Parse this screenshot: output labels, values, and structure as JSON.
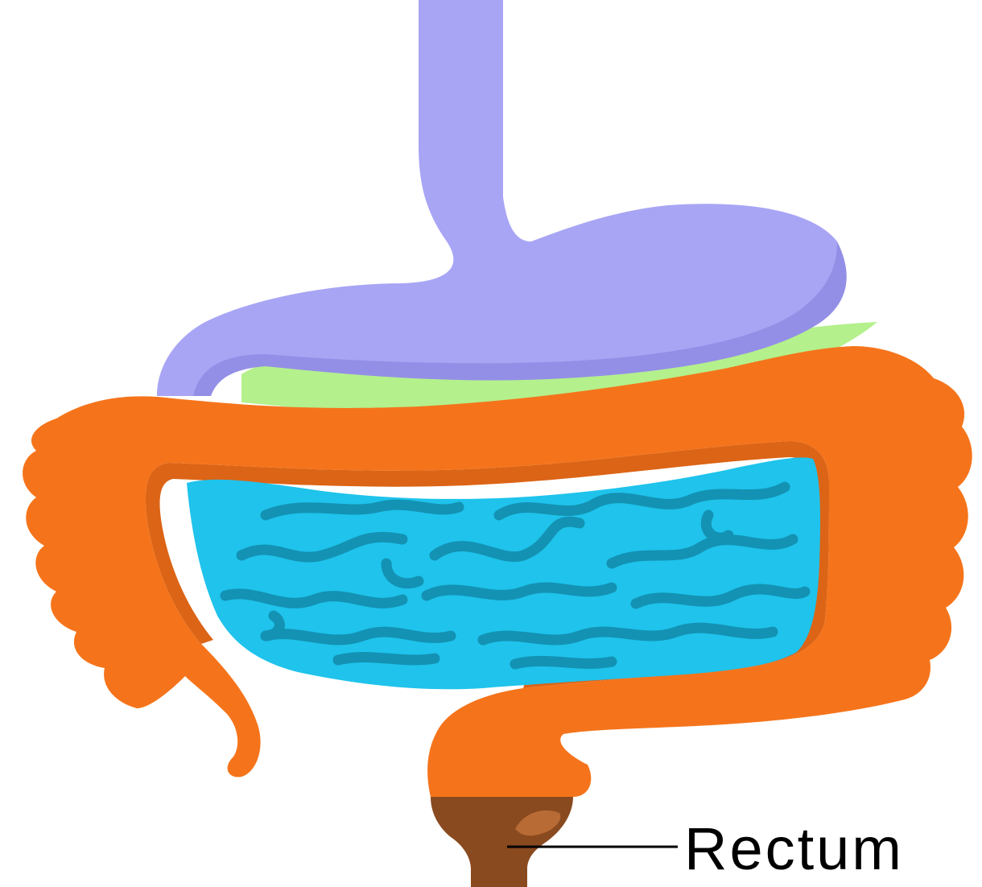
{
  "diagram": {
    "labels": {
      "rectum": "Rectum"
    },
    "organs": [
      {
        "name": "esophagus-and-stomach",
        "color": "#a8a5f5",
        "shade": "#938fe6"
      },
      {
        "name": "pancreas",
        "color": "#b4f08c"
      },
      {
        "name": "large-intestine",
        "color": "#f5741b",
        "shade": "#dc6416"
      },
      {
        "name": "small-intestine",
        "color": "#1fc3ec",
        "shade": "#1392b3"
      },
      {
        "name": "rectum",
        "color": "#8a4a1f",
        "shade": "#b86b35"
      }
    ],
    "label_line_color": "#000000"
  }
}
